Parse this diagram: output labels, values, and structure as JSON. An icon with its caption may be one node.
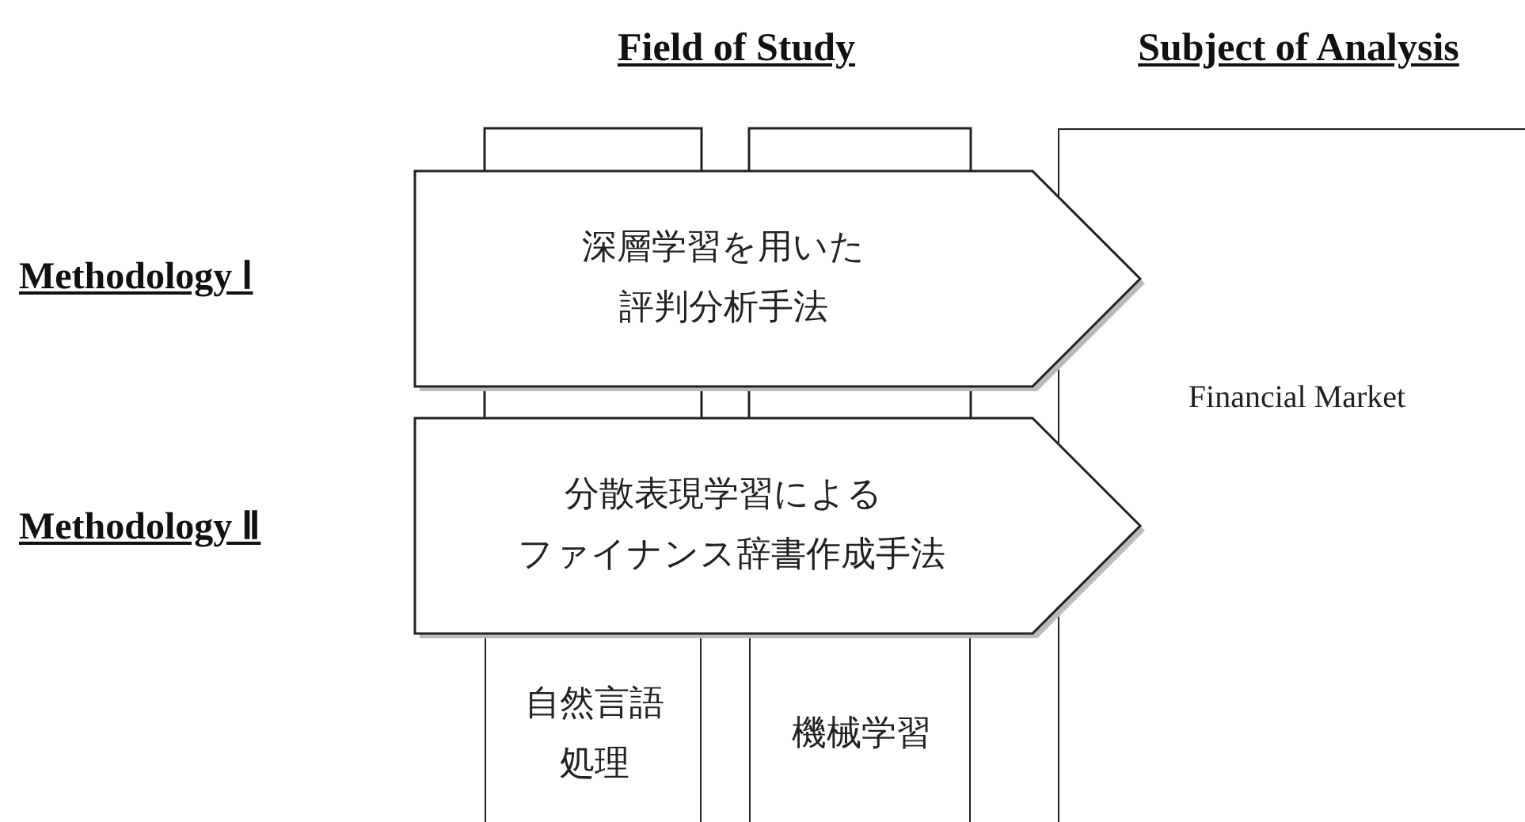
{
  "diagram": {
    "nodes": [
      {
        "text": [
          "深層学習を用いた評判分析手法"
        ]
      },
      {
        "text": [
          "分散表現学習によるファイナンス辞書作成手法"
        ]
      },
      {
        "text": [
          "自然言語処理"
        ]
      },
      {
        "text": [
          "機械学習"
        ]
      },
      {
        "text": [
          "Financial Market"
        ]
      }
    ],
    "labels": [
      "Field of Study",
      "Subject of Analysis",
      "Methodology Ⅰ",
      "Methodology Ⅱ"
    ]
  }
}
